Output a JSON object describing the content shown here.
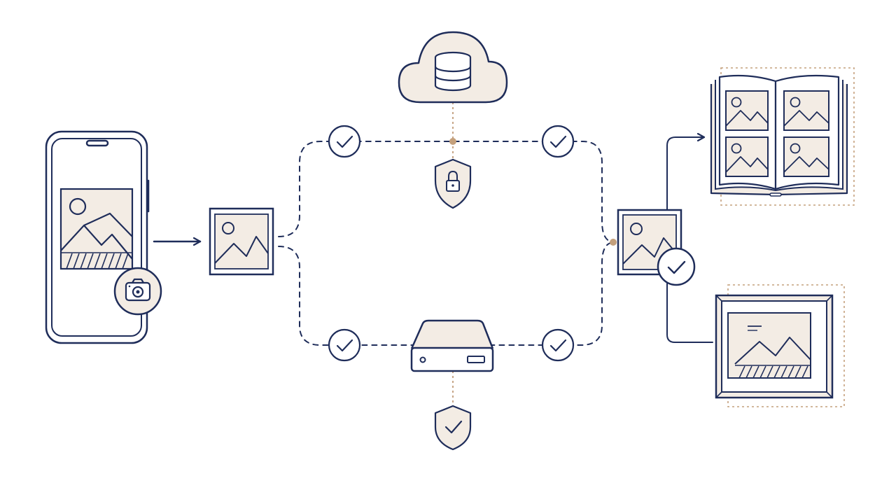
{
  "palette": {
    "ink": "#1f2d5a",
    "cream": "#f3ece4",
    "accent_dot": "#c4a07c",
    "background": "#ffffff"
  },
  "nodes": {
    "smartphone": {
      "icon": "smartphone-icon"
    },
    "camera_badge": {
      "icon": "camera-icon"
    },
    "source_photo": {
      "icon": "image-icon"
    },
    "cloud_storage": {
      "icon": "cloud-database-icon"
    },
    "cloud_security": {
      "icon": "shield-lock-icon"
    },
    "external_drive": {
      "icon": "external-drive-icon"
    },
    "drive_security": {
      "icon": "shield-check-icon"
    },
    "verified_photo": {
      "icon": "image-check-icon"
    },
    "photo_album": {
      "icon": "photo-album-icon"
    },
    "framed_print": {
      "icon": "picture-frame-icon"
    }
  },
  "checkpoints": [
    {
      "icon": "check-circle-icon",
      "path": "cloud-upload"
    },
    {
      "icon": "check-circle-icon",
      "path": "cloud-download"
    },
    {
      "icon": "check-circle-icon",
      "path": "drive-upload"
    },
    {
      "icon": "check-circle-icon",
      "path": "drive-download"
    }
  ]
}
